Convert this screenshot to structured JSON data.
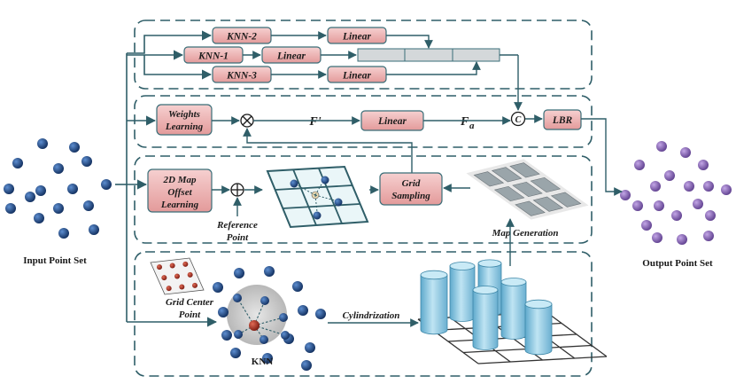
{
  "blocks": {
    "knn2": "KNN-2",
    "knn1": "KNN-1",
    "knn3": "KNN-3",
    "linear": "Linear",
    "weights_learning_1": "Weights",
    "weights_learning_2": "Learning",
    "map_offset_1": "2D Map",
    "map_offset_2": "Offset",
    "map_offset_3": "Learning",
    "grid_sampling_1": "Grid",
    "grid_sampling_2": "Sampling",
    "lbr": "LBR"
  },
  "labels": {
    "f_prime": "F'",
    "f_a_main": "F",
    "f_a_sub": "a",
    "concat": "C",
    "reference_point_1": "Reference",
    "reference_point_2": "Point",
    "map_generation": "Map Generation",
    "grid_center_point_1": "Grid Center",
    "grid_center_point_2": "Point",
    "cylindrization": "Cylindrization",
    "knn": "KNN",
    "input_point_set": "Input Point Set",
    "output_point_set": "Output Point Set"
  },
  "colors": {
    "block_fill": "#e8a5a5",
    "block_stroke": "#3a6e78",
    "arrow": "#2f5e68",
    "dashed_box": "#2f5e68",
    "input_point": "#1a3f7a",
    "output_point": "#8a68b5",
    "cylinder": "#8dc8e2",
    "grid_cell": "#9aa5aa"
  }
}
